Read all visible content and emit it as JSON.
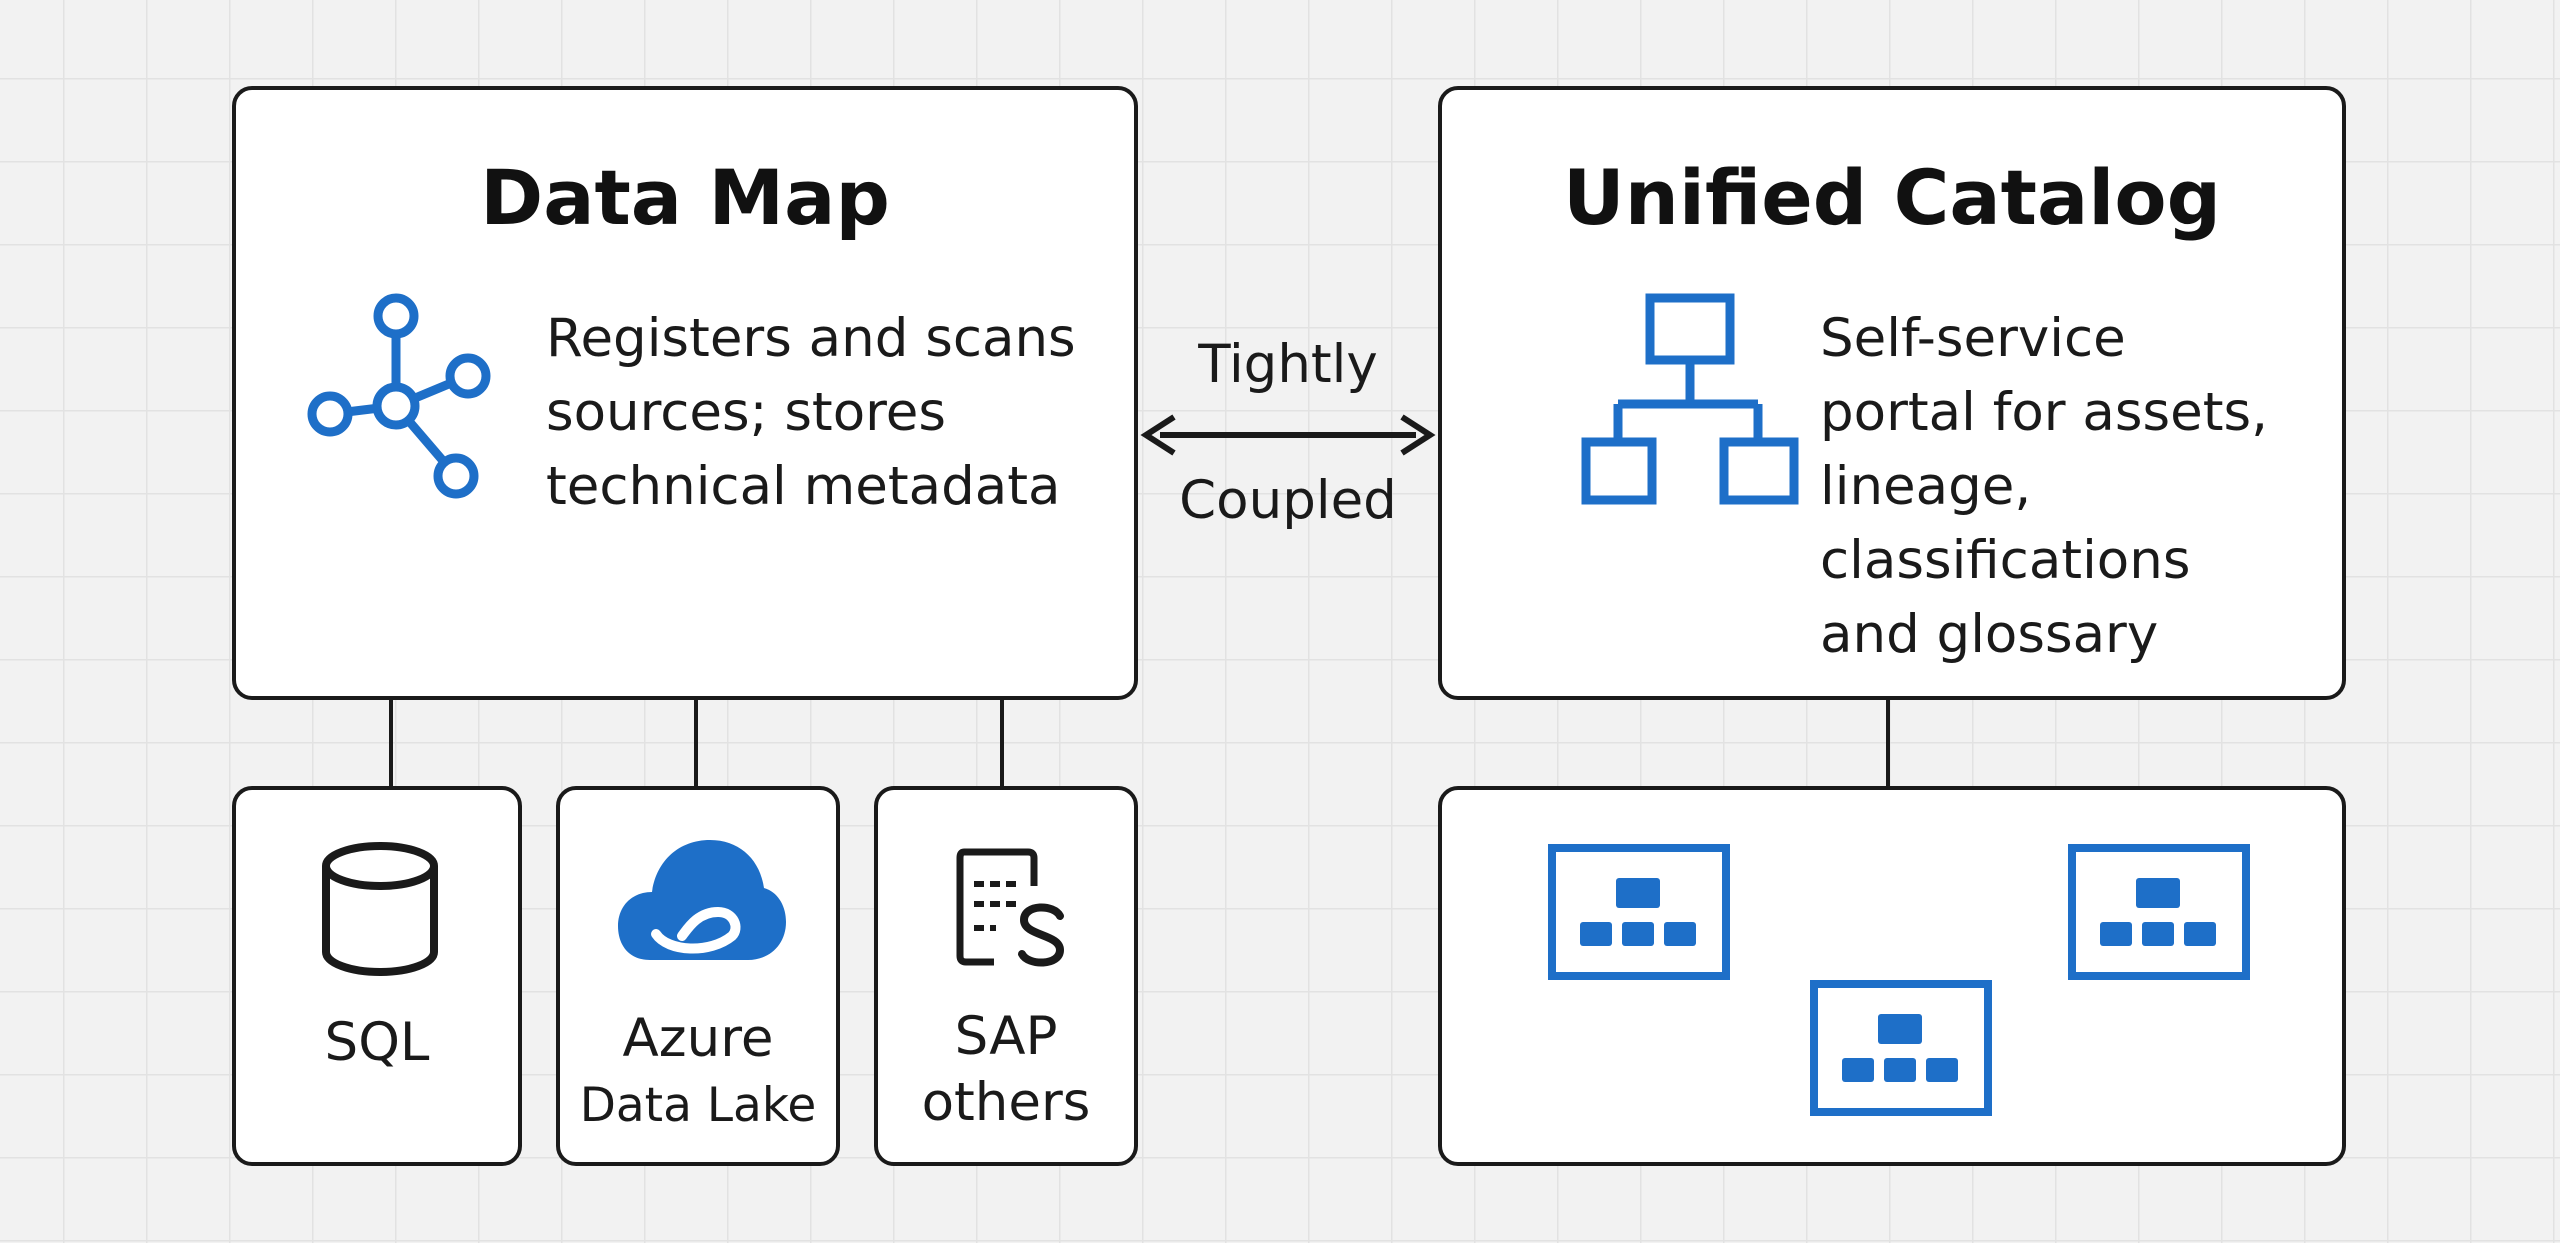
{
  "data_map": {
    "title": "Data Map",
    "description": [
      "Registers and scans",
      "sources; stores",
      "technical metadata"
    ],
    "icon": "network-nodes-icon"
  },
  "unified_catalog": {
    "title": "Unified Catalog",
    "description": [
      "Self-service",
      "portal for assets,",
      "lineage,",
      "classifications",
      "and glossary"
    ],
    "icon": "hierarchy-icon"
  },
  "coupling": {
    "top": "Tightly",
    "bottom": "Coupled"
  },
  "sources": [
    {
      "lines": [
        "SQL"
      ],
      "icon": "database-icon"
    },
    {
      "lines": [
        "Azure",
        "Data Lake"
      ],
      "icon": "cloud-icon"
    },
    {
      "lines": [
        "SAP",
        "others"
      ],
      "icon": "sap-document-icon"
    }
  ],
  "catalog_assets": {
    "icon": "catalog-asset-card-icon",
    "count": 3
  },
  "colors": {
    "accent": "#1e6fc8",
    "border": "#1a1a1a",
    "background": "#f2f2f2"
  }
}
